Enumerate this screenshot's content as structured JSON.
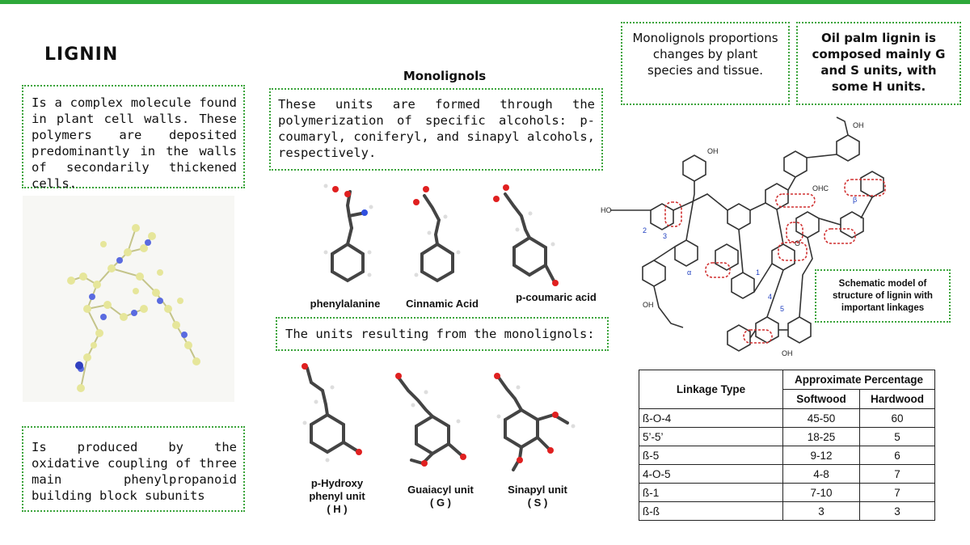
{
  "title": "LIGNIN",
  "boxes": {
    "complex": "Is a complex molecule found in plant cell walls. These polymers are deposited predominantly in the walls of secondarily thickened cells.",
    "produced": "Is produced by the oxidative coupling of three main phenylpropanoid building block subunits",
    "monolignols_heading": "Monolignols",
    "units_formed": "These units are formed through the polymerization of specific alcohols: p-coumaryl, coniferyl, and sinapyl alcohols, respectively.",
    "units_resulting": "The units resulting from the monolignols:",
    "proportions": "Monolignols proportions changes by plant species and tissue.",
    "oil_palm": "Oil palm lignin is composed mainly G and S units, with some H units.",
    "schematic": "Schematic model of structure of lignin with important linkages"
  },
  "molecules_top": [
    "phenylalanine",
    "Cinnamic Acid",
    "p-coumaric acid"
  ],
  "molecules_bottom": [
    {
      "line1": "p-Hydroxy",
      "line2": "phenyl unit",
      "line3": "( H )"
    },
    {
      "line1": "Guaiacyl unit",
      "line2": "( G )"
    },
    {
      "line1": "Sinapyl unit",
      "line2": "( S )"
    }
  ],
  "table": {
    "col_linkage": "Linkage Type",
    "col_approx": "Approximate Percentage",
    "col_soft": "Softwood",
    "col_hard": "Hardwood",
    "rows": [
      {
        "type": "ß-O-4",
        "soft": "45-50",
        "hard": "60"
      },
      {
        "type": "5’-5’",
        "soft": "18-25",
        "hard": "5"
      },
      {
        "type": "ß-5",
        "soft": "9-12",
        "hard": "6"
      },
      {
        "type": "4-O-5",
        "soft": "4-8",
        "hard": "7"
      },
      {
        "type": "ß-1",
        "soft": "7-10",
        "hard": "7"
      },
      {
        "type": "ß-ß",
        "soft": "3",
        "hard": "3"
      }
    ]
  },
  "structure_labels": [
    "OH",
    "HO",
    "OHC",
    "O",
    "α",
    "β",
    "1",
    "2",
    "3",
    "4",
    "5"
  ],
  "colors": {
    "accent_green": "#3ba43b",
    "atom_red": "#e02020",
    "atom_blue": "#3050e0",
    "linkage_red": "#d03030"
  }
}
